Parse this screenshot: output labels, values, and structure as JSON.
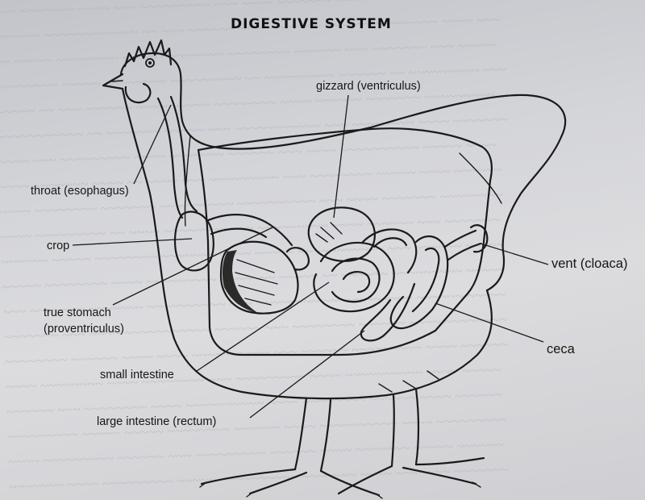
{
  "title": "DIGESTIVE SYSTEM",
  "labels": {
    "gizzard": "gizzard (ventriculus)",
    "throat": "throat (esophagus)",
    "crop": "crop",
    "vent": "vent (cloaca)",
    "true_stomach_line1": "true stomach",
    "true_stomach_line2": "(proventriculus)",
    "ceca": "ceca",
    "small_intestine": "small intestine",
    "large_intestine": "large intestine (rectum)"
  }
}
